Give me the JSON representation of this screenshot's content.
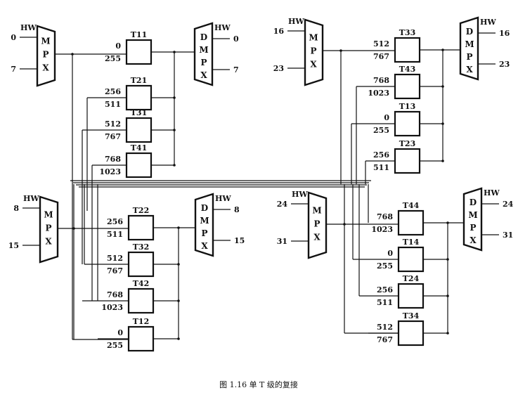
{
  "caption": "图 1.16  单 T 级的复接",
  "hw_label": "HW",
  "mpx_letters": [
    "M",
    "P",
    "X"
  ],
  "dmpx_letters": [
    "D",
    "M",
    "P",
    "X"
  ],
  "groups": [
    {
      "name": "group-1",
      "inputs": [
        "0",
        "7"
      ],
      "outputs": [
        "0",
        "7"
      ],
      "switches": [
        {
          "label": "T11",
          "range": [
            "0",
            "255"
          ]
        },
        {
          "label": "T21",
          "range": [
            "256",
            "511"
          ]
        },
        {
          "label": "T31",
          "range": [
            "512",
            "767"
          ]
        },
        {
          "label": "T41",
          "range": [
            "768",
            "1023"
          ]
        }
      ]
    },
    {
      "name": "group-2",
      "inputs": [
        "8",
        "15"
      ],
      "outputs": [
        "8",
        "15"
      ],
      "switches": [
        {
          "label": "T22",
          "range": [
            "256",
            "511"
          ]
        },
        {
          "label": "T32",
          "range": [
            "512",
            "767"
          ]
        },
        {
          "label": "T42",
          "range": [
            "768",
            "1023"
          ]
        },
        {
          "label": "T12",
          "range": [
            "0",
            "255"
          ]
        }
      ]
    },
    {
      "name": "group-3",
      "inputs": [
        "16",
        "23"
      ],
      "outputs": [
        "16",
        "23"
      ],
      "switches": [
        {
          "label": "T33",
          "range": [
            "512",
            "767"
          ]
        },
        {
          "label": "T43",
          "range": [
            "768",
            "1023"
          ]
        },
        {
          "label": "T13",
          "range": [
            "0",
            "255"
          ]
        },
        {
          "label": "T23",
          "range": [
            "256",
            "511"
          ]
        }
      ]
    },
    {
      "name": "group-4",
      "inputs": [
        "24",
        "31"
      ],
      "outputs": [
        "24",
        "31"
      ],
      "switches": [
        {
          "label": "T44",
          "range": [
            "768",
            "1023"
          ]
        },
        {
          "label": "T14",
          "range": [
            "0",
            "255"
          ]
        },
        {
          "label": "T24",
          "range": [
            "256",
            "511"
          ]
        },
        {
          "label": "T34",
          "range": [
            "512",
            "767"
          ]
        }
      ]
    }
  ]
}
